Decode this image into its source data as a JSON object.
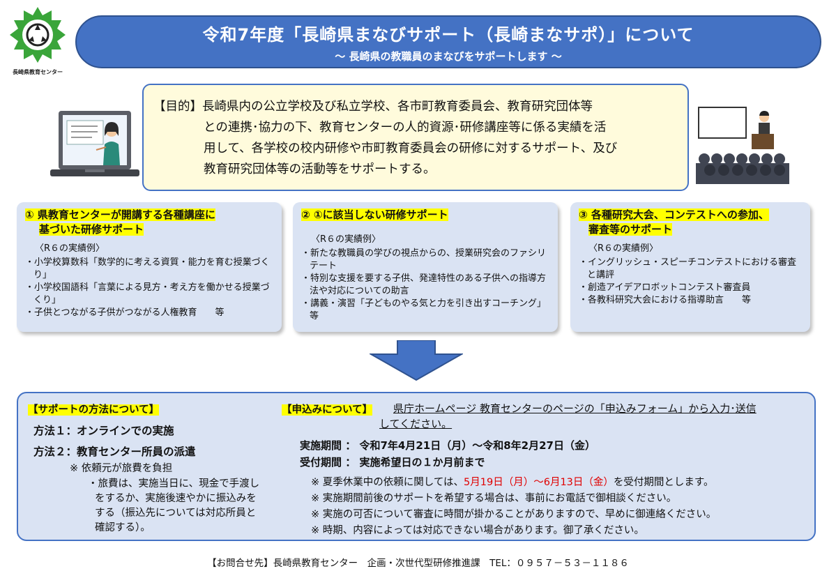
{
  "logo": {
    "caption": "長崎県教育センター"
  },
  "header": {
    "title": "令和7年度「長崎県まなびサポート（長崎まなサポ）」について",
    "subtitle": "～ 長崎県の教職員のまなびをサポートします ～"
  },
  "purpose": {
    "label": "【目的】",
    "lines": [
      "長崎県内の公立学校及び私立学校、各市町教育委員会、教育研究団体等",
      "との連携･協力の下、教育センターの人的資源･研修講座等に係る実績を活",
      "用して、各学校の校内研修や市町教育委員会の研修に対するサポート、及び",
      "教育研究団体等の活動等をサポートする。"
    ]
  },
  "cards": [
    {
      "title_lines": [
        "①  県教育センターが開講する各種講座に",
        "基づいた研修サポート"
      ],
      "sub": "〈R６の実績例〉",
      "items": [
        "・小学校算数科「数学的に考える資質・能力を育む授業づくり」",
        "・小学校国語科「言葉による見方・考え方を働かせる授業づくり」",
        "・子供とつながる子供がつながる人権教育　　等"
      ]
    },
    {
      "title_lines": [
        "②  ①に該当しない研修サポート"
      ],
      "sub": "〈R６の実績例〉",
      "items": [
        "・新たな教職員の学びの視点からの、授業研究会のファシリテート",
        "・特別な支援を要する子供、発達特性のある子供への指導方法や対応についての助言",
        "・講義・演習「子どものやる気と力を引き出すコーチング」　　等"
      ]
    },
    {
      "title_lines": [
        "③  各種研究大会、コンテストへの参加、",
        "審査等のサポート"
      ],
      "sub": "〈R６の実績例〉",
      "items": [
        "・イングリッシュ・スピーチコンテストにおける審査と講評",
        "・創造アイデアロボットコンテスト審査員",
        "・各教科研究大会における指導助言　　等"
      ]
    }
  ],
  "support": {
    "heading": "【サポートの方法について】",
    "method1": "方法１：オンラインでの実施",
    "method2": "方法２：教育センター所員の派遣",
    "note": "※ 依頼元が旅費を負担",
    "detail_lines": [
      "・旅費は、実施当日に、現金で手渡し",
      "をするか、実施後速やかに振込みを",
      "する（振込先については対応所員と",
      "確認する）。"
    ]
  },
  "apply": {
    "heading": "【申込みについて】",
    "text_line1": "県庁ホームページ 教育センターのページの「申込みフォーム」から入力･送信",
    "text_line2": "してください。",
    "period_label": "実施期間 ：",
    "period_value": "令和7年4月21日（月）～令和8年2月27日（金）",
    "accept_label": "受付期間 ：",
    "accept_value": "実施希望日の１か月前まで",
    "note1_pre": "※ 夏季休業中の依頼に関しては、",
    "note1_red": "5月19日（月）～6月13日（金）",
    "note1_post": "を受付期間とします。",
    "note2": "※ 実施期間前後のサポートを希望する場合は、事前にお電話で御相談ください。",
    "note3": "※ 実施の可否について審査に時間が掛かることがありますので、早めに御連絡ください。",
    "note4": "※ 時期、内容によっては対応できない場合があります。御了承ください。"
  },
  "footer": "【お問合せ先】長崎県教育センター　企画・次世代型研修推進課　TEL：０９５７－５３－１１８６"
}
